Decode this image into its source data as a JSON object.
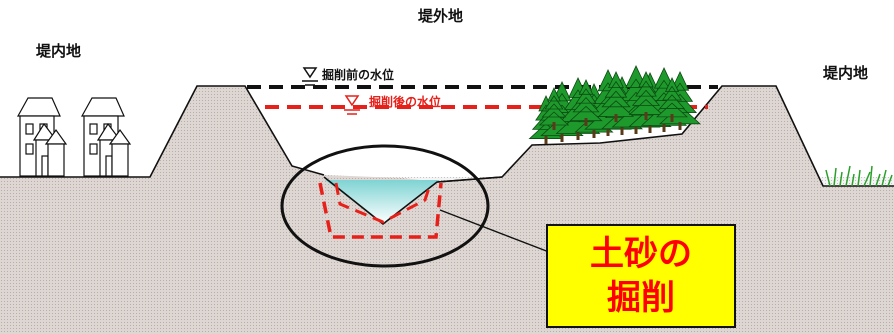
{
  "labels": {
    "outer_land": "堤外地",
    "inner_land_left": "堤内地",
    "inner_land_right": "堤内地",
    "water_level_before": "掘削前の水位",
    "water_level_after": "掘削後の水位"
  },
  "callout": {
    "line1": "土砂の",
    "line2": "掘削"
  },
  "colors": {
    "excavation": "#e8201a",
    "callout_bg": "#ffff00",
    "callout_text": "#ff0000",
    "water": "#8fd8d8",
    "tree": "#1e9a2c"
  }
}
